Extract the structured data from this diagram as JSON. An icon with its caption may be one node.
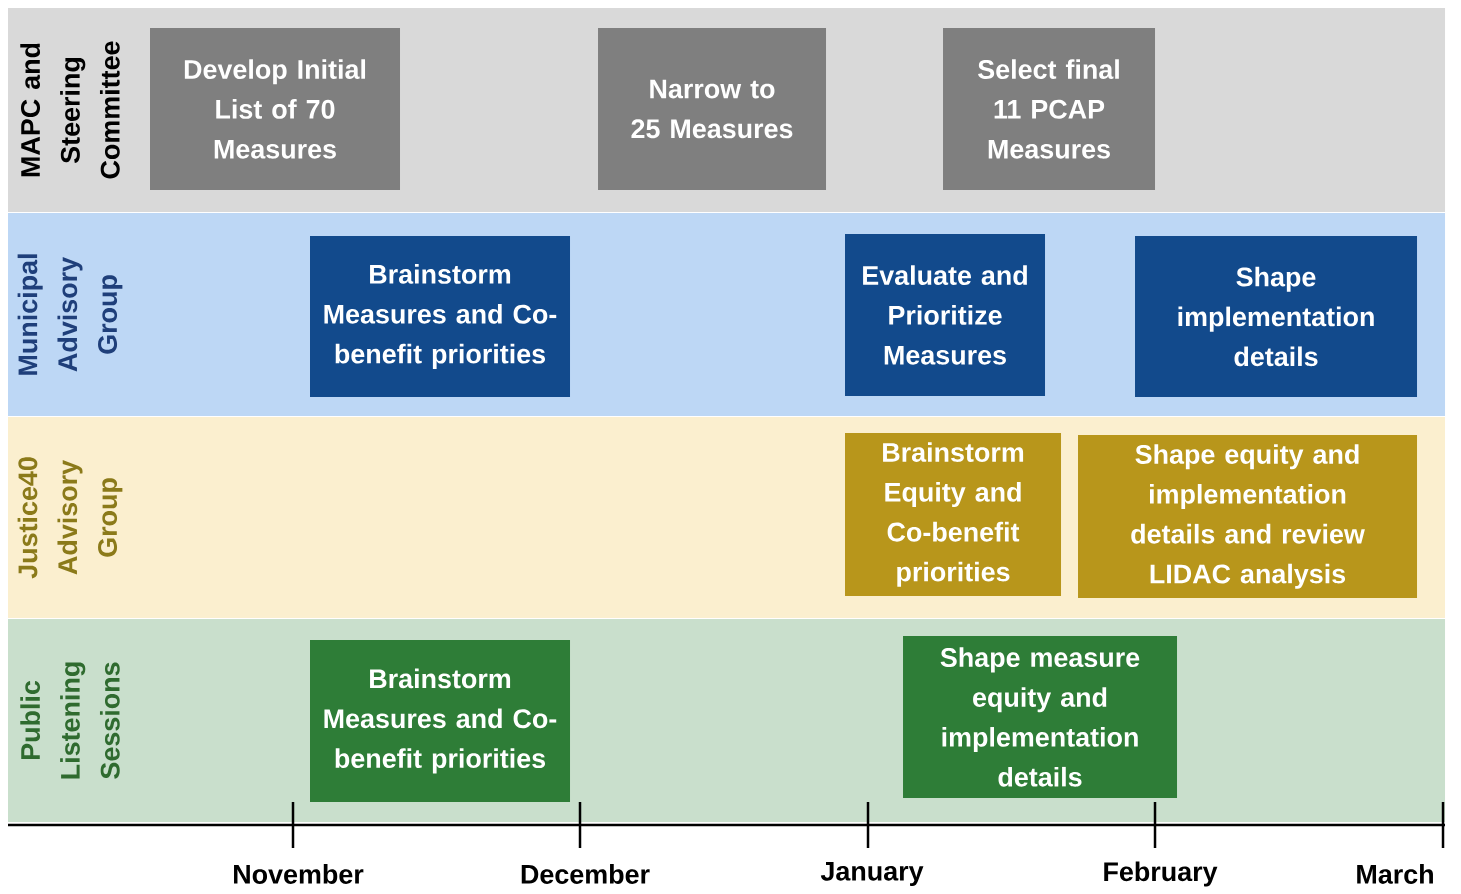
{
  "diagram": {
    "nodes": [
      {
        "text": [
          "MAPC and Steering Committee"
        ]
      },
      {
        "text": [
          "Develop Initial List of 70 Measures"
        ],
        "in": 0
      },
      {
        "text": [
          "Narrow to 25 Measures"
        ],
        "in": 0
      },
      {
        "text": [
          "Select final 11 PCAP Measures"
        ],
        "in": 0
      },
      {
        "text": [
          "Municipal Advisory Group"
        ]
      },
      {
        "text": [
          "Brainstorm Measures and Co-benefit priorities"
        ],
        "in": 4
      },
      {
        "text": [
          "Evaluate and Prioritize Measures"
        ],
        "in": 4
      },
      {
        "text": [
          "Shape implementation details"
        ],
        "in": 4
      },
      {
        "text": [
          "Justice40 Advisory Group"
        ]
      },
      {
        "text": [
          "Brainstorm Equity and Co-benefit priorities"
        ],
        "in": 8
      },
      {
        "text": [
          "Shape equity and implementation details and review LIDAC analysis"
        ],
        "in": 8
      },
      {
        "text": [
          "Public Listening Sessions"
        ]
      },
      {
        "text": [
          "Brainstorm Measures and Co-benefit priorities"
        ],
        "in": 11
      },
      {
        "text": [
          "Shape measure equity and implementation details"
        ],
        "in": 11
      }
    ],
    "labels": [
      "November",
      "December",
      "January",
      "February",
      "March"
    ]
  }
}
